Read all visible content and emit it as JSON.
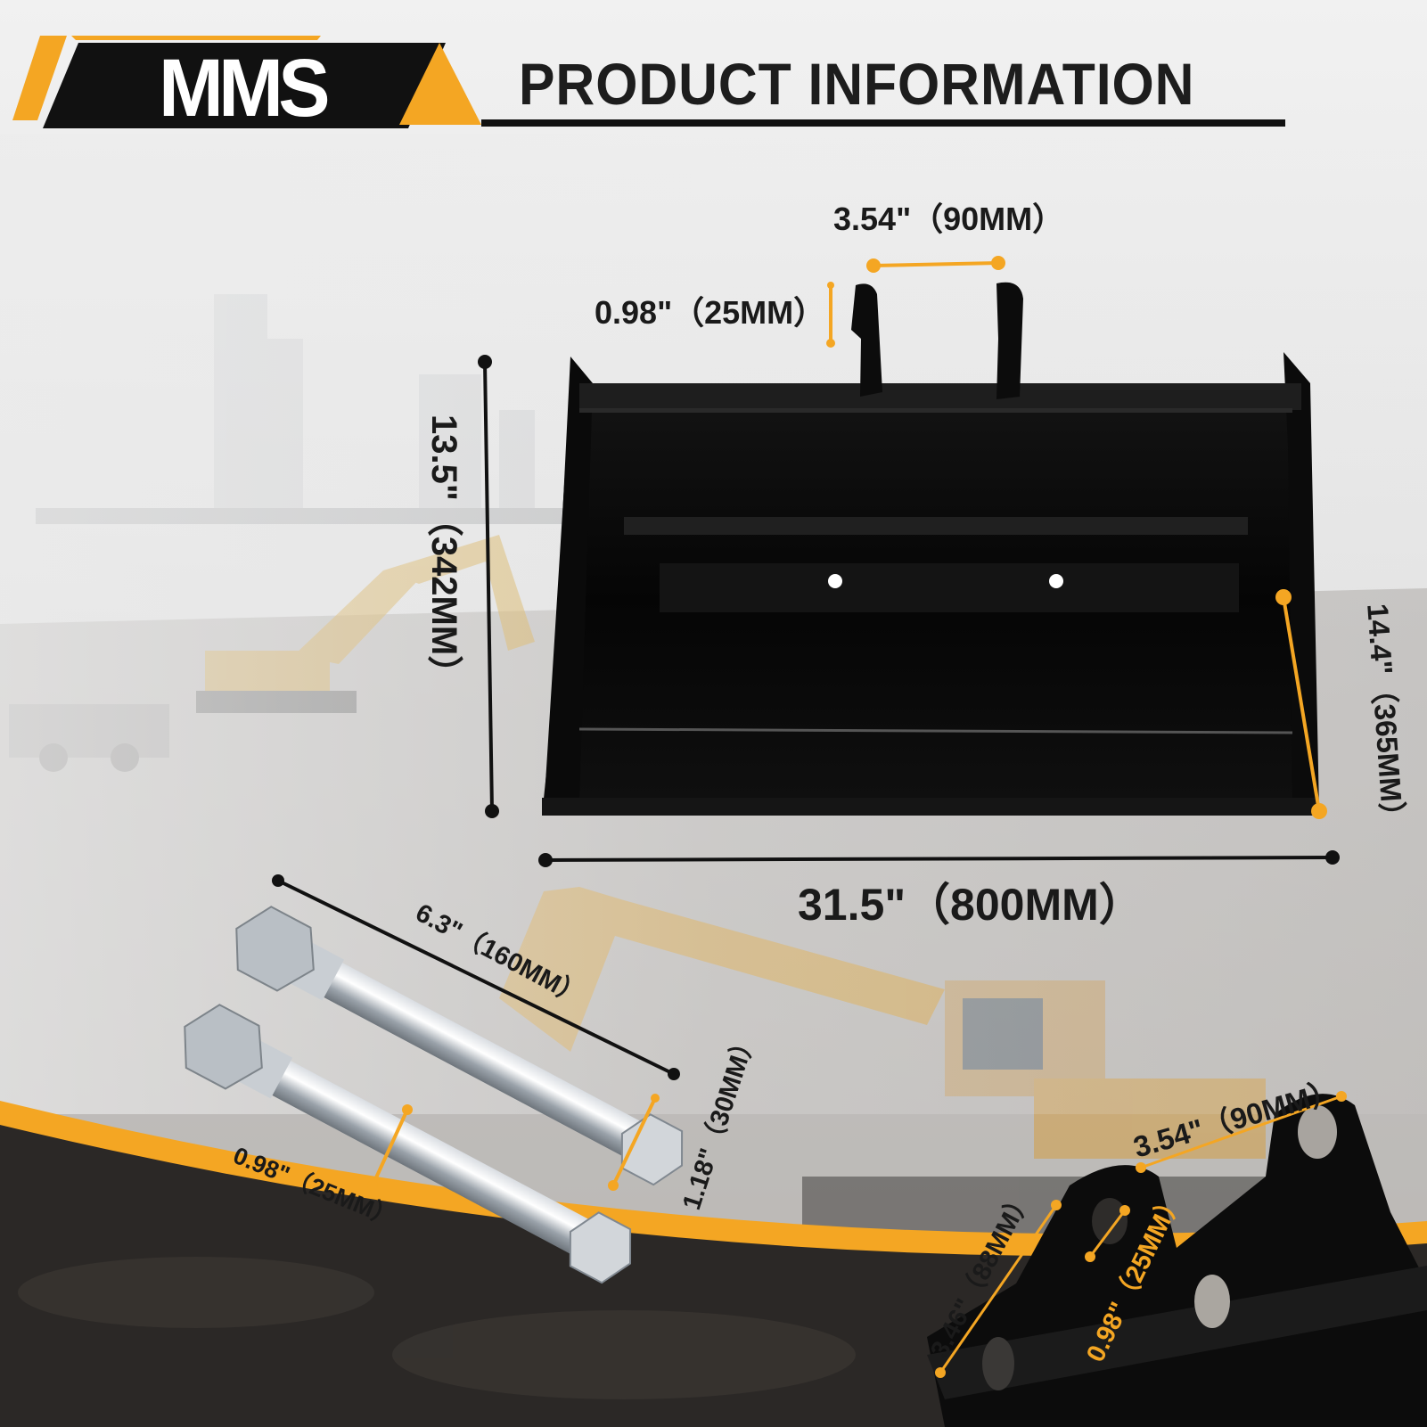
{
  "header": {
    "brand": "MMS",
    "title": "PRODUCT INFORMATION"
  },
  "colors": {
    "accent": "#f4a623",
    "dark": "#111111",
    "ground": "#2c2a28"
  },
  "dimensions": {
    "ear_spacing_top": "3.54\"（90MM）",
    "ear_thickness": "0.98\"（25MM）",
    "bucket_height": "13.5\"（342MM）",
    "bucket_depth": "14.4\"（365MM）",
    "bucket_width": "31.5\"（800MM）",
    "pin_length": "6.3\"（160MM）",
    "pin_head": "1.18\"（30MM）",
    "pin_diameter": "0.98\"（25MM）",
    "ear_spacing_detail": "3.54\"（90MM）",
    "ear_height_detail": "3.46\"（88MM）",
    "ear_hole_detail": "0.98\"（25MM）"
  }
}
